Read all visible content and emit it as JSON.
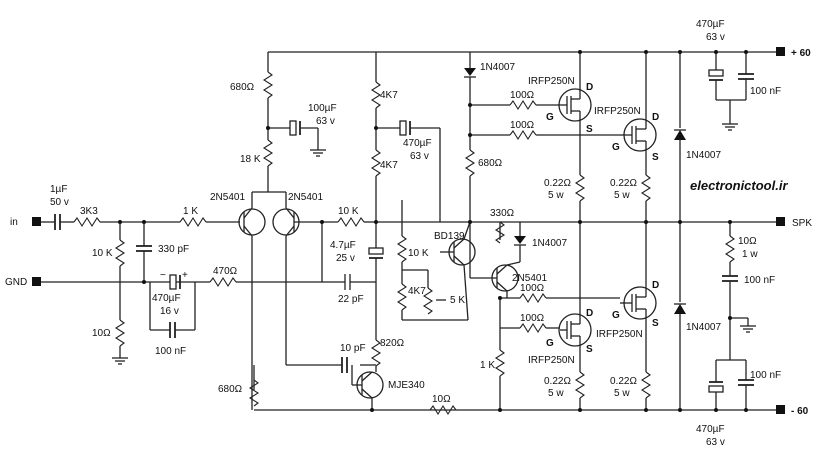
{
  "rails": {
    "pos": "+ 60",
    "neg": "- 60",
    "in": "in",
    "gnd": "GND",
    "spk": "SPK"
  },
  "brand": "electronictool.ir",
  "labels": {
    "c_in_val": "1µF",
    "c_in_v": "50 v",
    "r_in": "3K3",
    "r_in2": "1 K",
    "r_bias": "10 K",
    "r_gnd": "10Ω",
    "c330": "330 pF",
    "r470": "470Ω",
    "c470_16_val": "470µF",
    "c470_16_v": "16 v",
    "c100n_in": "100 nF",
    "r680_top": "680Ω",
    "c100u_val": "100µF",
    "c100u_v": "63 v",
    "r18k": "18 K",
    "q1": "2N5401",
    "q2": "2N5401",
    "r10k_fb": "10 K",
    "r4k7_a": "4K7",
    "r4k7_b": "4K7",
    "c470_63_val": "470µF",
    "c470_63_v": "63 v",
    "c4u7_val": "4.7µF",
    "c4u7_v": "25 v",
    "c22p": "22 pF",
    "r10k_vbe": "10 K",
    "r4k7_vbe": "4K7",
    "pot5k": "5 K",
    "bd139": "BD139",
    "d_top": "1N4007",
    "r680_mid": "680Ω",
    "r330": "330Ω",
    "d_mid": "1N4007",
    "q_2n5401": "2N5401",
    "r100_1": "100Ω",
    "r100_2": "100Ω",
    "r100_3": "100Ω",
    "r100_4": "100Ω",
    "m1": "IRFP250N",
    "m2": "IRFP250N",
    "m3": "IRFP250N",
    "m4": "IRFP250N",
    "rs1_val": "0.22Ω",
    "rs1_w": "5 w",
    "rs2_val": "0.22Ω",
    "rs2_w": "5 w",
    "rs3_val": "0.22Ω",
    "rs3_w": "5 w",
    "rs4_val": "0.22Ω",
    "rs4_w": "5 w",
    "d_rail1": "1N4007",
    "d_rail2": "1N4007",
    "c470_pos_val": "470µF",
    "c470_pos_v": "63 v",
    "c100n_pos": "100 nF",
    "c470_neg_val": "470µF",
    "c470_neg_v": "63 v",
    "c100n_neg": "100 nF",
    "r10_zob": "10Ω",
    "r10_zob_w": "1 w",
    "c100n_zob": "100 nF",
    "c10p": "10 pF",
    "r820": "820Ω",
    "mje340": "MJE340",
    "r680_bot": "680Ω",
    "r10_bot": "10Ω",
    "r1k": "1 K",
    "pin_d": "D",
    "pin_g": "G",
    "pin_s": "S"
  }
}
